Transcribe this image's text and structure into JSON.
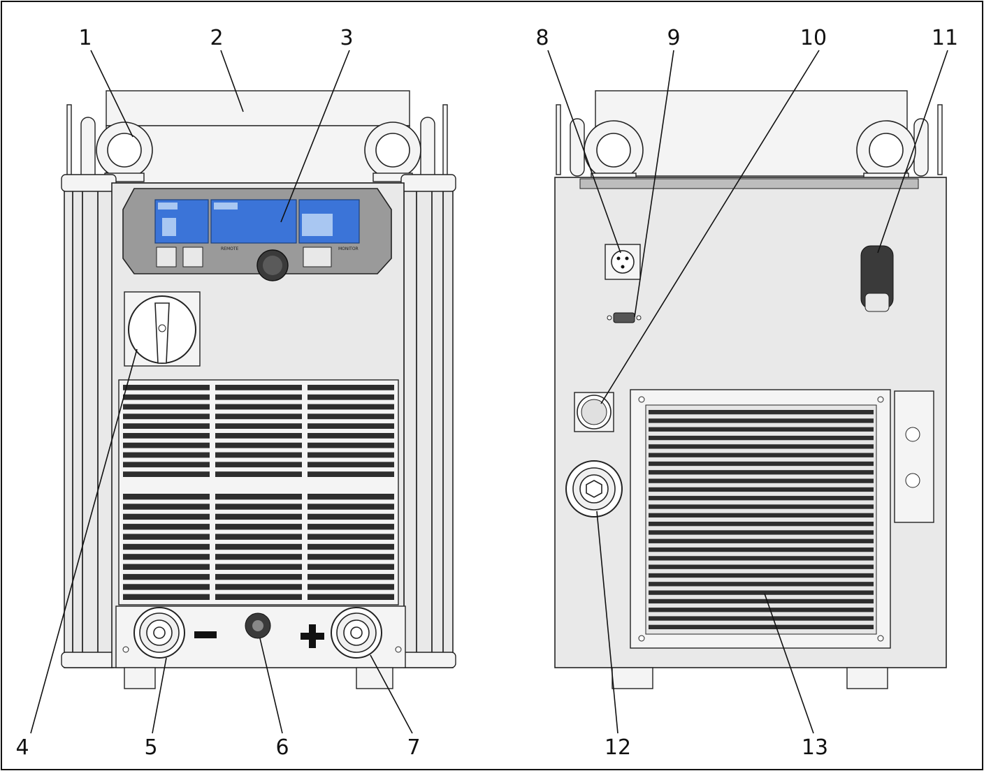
{
  "callouts": [
    {
      "label": "1"
    },
    {
      "label": "2"
    },
    {
      "label": "3"
    },
    {
      "label": "4"
    },
    {
      "label": "5"
    },
    {
      "label": "6"
    },
    {
      "label": "7"
    },
    {
      "label": "8"
    },
    {
      "label": "9"
    },
    {
      "label": "10"
    },
    {
      "label": "11"
    },
    {
      "label": "12"
    },
    {
      "label": "13"
    }
  ],
  "front_panel": {
    "remote_label": "REMOTE",
    "monitor_label": "MONITOR",
    "minus_symbol": "−",
    "plus_symbol": "+"
  },
  "colors": {
    "lcd": "#3b74d8",
    "line": "#111111",
    "body": "#e9e9e9"
  }
}
